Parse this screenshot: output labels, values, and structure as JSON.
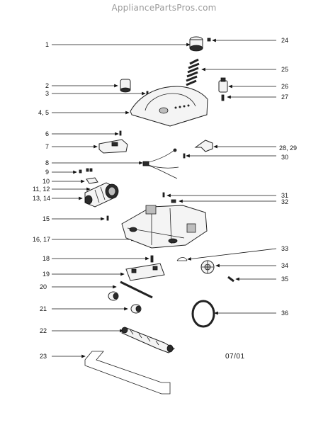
{
  "watermark": "AppliancePartsPros.com",
  "date_code": "07/01",
  "callouts": {
    "c1": "1",
    "c2": "2",
    "c3": "3",
    "c45": "4, 5",
    "c6": "6",
    "c7": "7",
    "c8": "8",
    "c9": "9",
    "c10": "10",
    "c1112": "11, 12",
    "c1314": "13, 14",
    "c15": "15",
    "c1617": "16, 17",
    "c18": "18",
    "c19": "19",
    "c20": "20",
    "c21": "21",
    "c22": "22",
    "c23": "23",
    "c24": "24",
    "c25": "25",
    "c26": "26",
    "c27": "27",
    "c2829": "28, 29",
    "c30": "30",
    "c31": "31",
    "c32": "32",
    "c33": "33",
    "c34": "34",
    "c35": "35",
    "c36": "36"
  }
}
